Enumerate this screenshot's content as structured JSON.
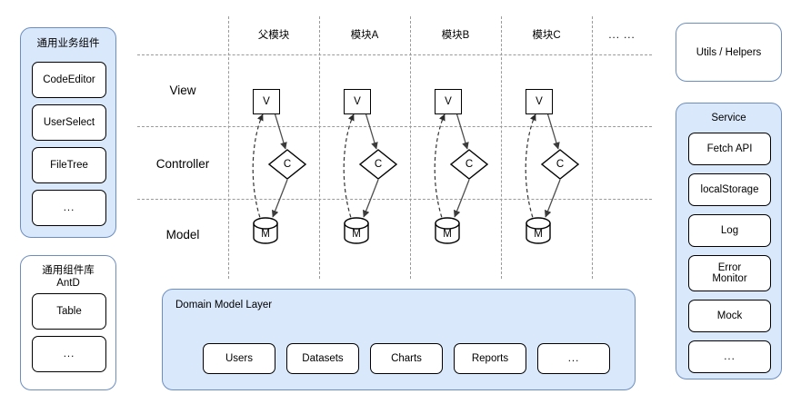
{
  "left_panels": [
    {
      "name": "common-business-components",
      "title": "通用业务组件",
      "style": "filled",
      "items": [
        {
          "label": "CodeEditor"
        },
        {
          "label": "UserSelect"
        },
        {
          "label": "FileTree"
        },
        {
          "label": "..."
        }
      ]
    },
    {
      "name": "common-component-library",
      "title": "通用组件库\nAntD",
      "style": "plain",
      "items": [
        {
          "label": "Table"
        },
        {
          "label": "..."
        }
      ]
    }
  ],
  "right_panels": [
    {
      "name": "utils-helpers",
      "title": "Utils / Helpers",
      "style": "plain",
      "items": []
    },
    {
      "name": "service",
      "title": "Service",
      "style": "filled",
      "items": [
        {
          "label": "Fetch API"
        },
        {
          "label": "localStorage"
        },
        {
          "label": "Log"
        },
        {
          "label": "Error\nMonitor"
        },
        {
          "label": "Mock"
        },
        {
          "label": "..."
        }
      ]
    }
  ],
  "grid": {
    "columns": [
      {
        "label": "父模块"
      },
      {
        "label": "模块A"
      },
      {
        "label": "模块B"
      },
      {
        "label": "模块C"
      },
      {
        "label": "... ..."
      }
    ],
    "rows": [
      {
        "label": "View"
      },
      {
        "label": "Controller"
      },
      {
        "label": "Model"
      }
    ],
    "nodes": {
      "view": "V",
      "controller": "C",
      "model": "M"
    }
  },
  "domain_layer": {
    "title": "Domain Model Layer",
    "items": [
      {
        "label": "Users"
      },
      {
        "label": "Datasets"
      },
      {
        "label": "Charts"
      },
      {
        "label": "Reports"
      },
      {
        "label": "..."
      }
    ]
  },
  "colors": {
    "panel_fill": "#dae8fc",
    "panel_border": "#6c8ebf",
    "chip_fill": "#ffffff",
    "chip_border": "#000000",
    "grid_line": "#9a9a9a",
    "edge_solid": "#4d4d4d",
    "edge_dashed": "#333333",
    "background": "#ffffff"
  }
}
